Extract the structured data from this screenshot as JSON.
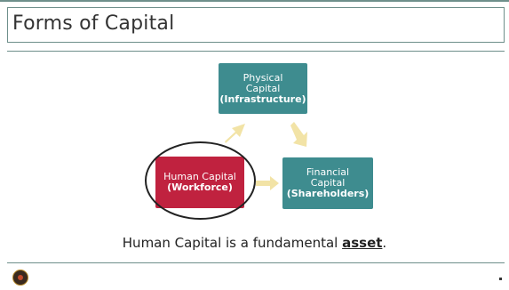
{
  "slide": {
    "title": "Forms of Capital",
    "boxes": {
      "physical": {
        "line1": "Physical",
        "line2": "Capital",
        "bold": "(Infrastructure)"
      },
      "financial": {
        "line1": "Financial",
        "line2": "Capital",
        "bold": "(Shareholders)"
      },
      "human": {
        "line1": "Human Capital",
        "bold": "(Workforce)"
      }
    },
    "statement": {
      "prefix": "Human Capital is a fundamental ",
      "keyword": "asset",
      "suffix": "."
    }
  },
  "colors": {
    "teal": "#3e8c8f",
    "human_red": "#c0223f",
    "arrow_yellow": "#f2e3a6",
    "rule": "#6e8f8b"
  },
  "icons": {
    "logo": "seal-logo-icon"
  }
}
